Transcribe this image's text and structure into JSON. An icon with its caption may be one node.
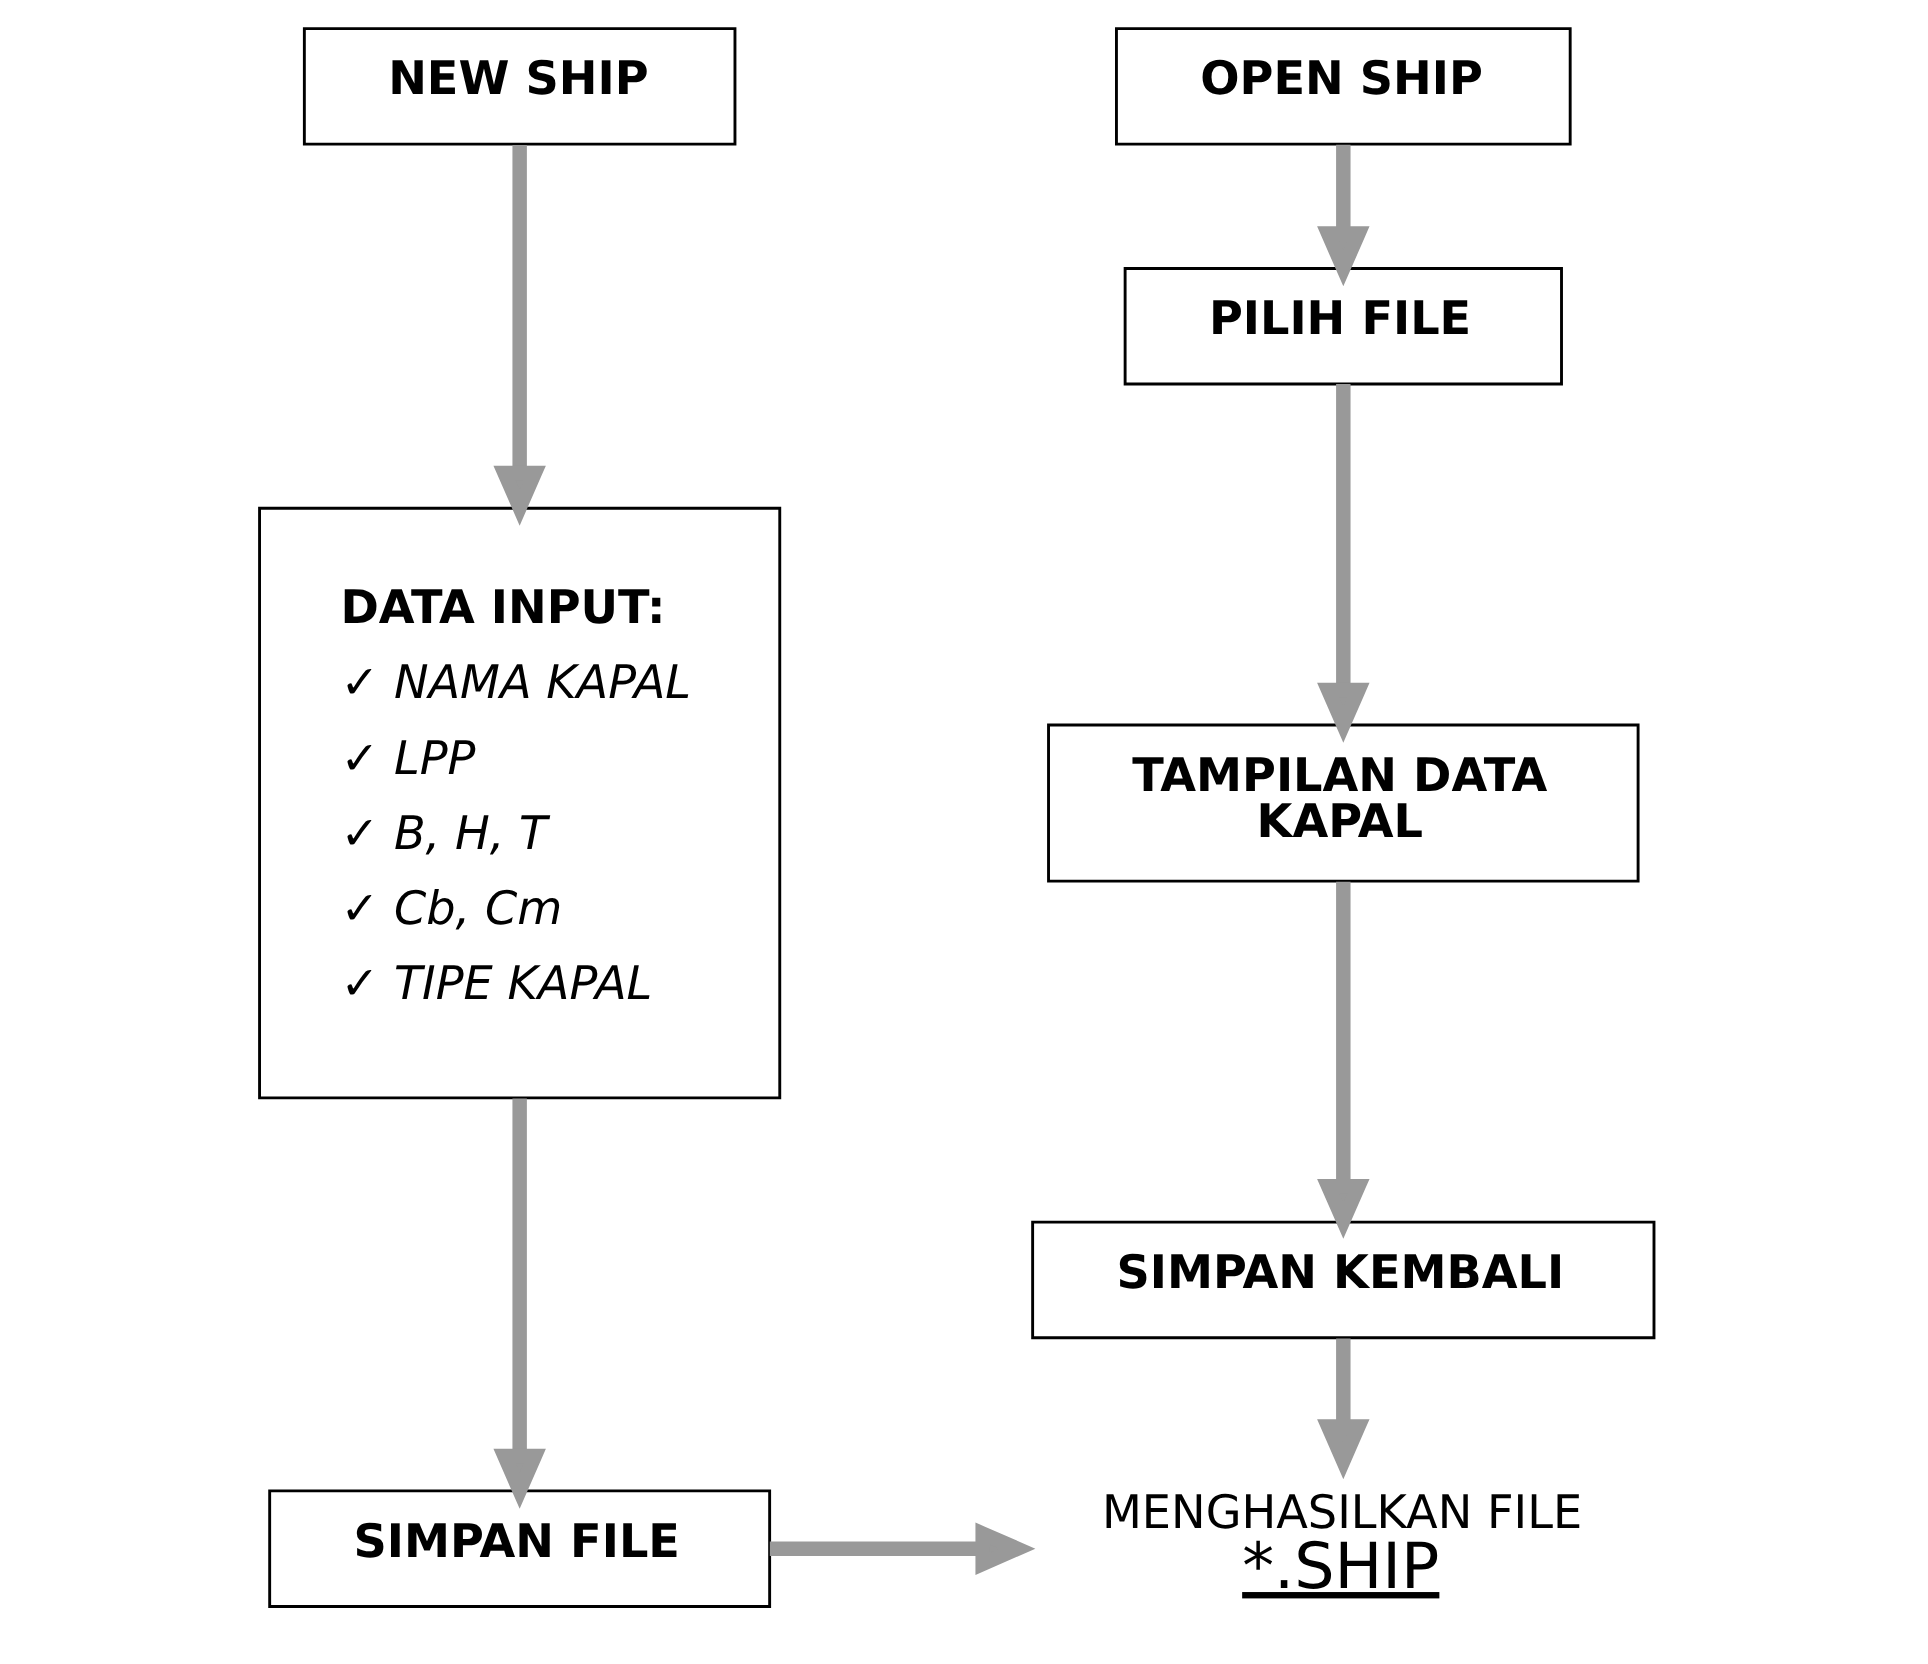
{
  "diagram": {
    "nodes": [
      {
        "text": [
          "NEW SHIP"
        ]
      },
      {
        "text": [
          "DATA INPUT:",
          "✓ NAMA KAPAL",
          "✓ LPP",
          "✓ B, H, T",
          "✓ Cb, Cm",
          "✓ TIPE KAPAL"
        ]
      },
      {
        "text": [
          "SIMPAN FILE"
        ]
      },
      {
        "text": [
          "OPEN SHIP"
        ]
      },
      {
        "text": [
          "PILIH FILE"
        ]
      },
      {
        "text": [
          "TAMPILAN DATA KAPAL"
        ]
      },
      {
        "text": [
          "SIMPAN KEMBALI"
        ]
      },
      {
        "text": [
          "MENGHASILKAN FILE",
          "*.SHIP"
        ]
      }
    ],
    "edges": [
      {
        "from": 0,
        "to": 1,
        "arrow": "to"
      },
      {
        "from": 1,
        "to": 2,
        "arrow": "to"
      },
      {
        "from": 2,
        "to": 7,
        "arrow": "to"
      },
      {
        "from": 3,
        "to": 4,
        "arrow": "to"
      },
      {
        "from": 4,
        "to": 5,
        "arrow": "to"
      },
      {
        "from": 5,
        "to": 6,
        "arrow": "to"
      },
      {
        "from": 6,
        "to": 7,
        "arrow": "to"
      }
    ]
  }
}
